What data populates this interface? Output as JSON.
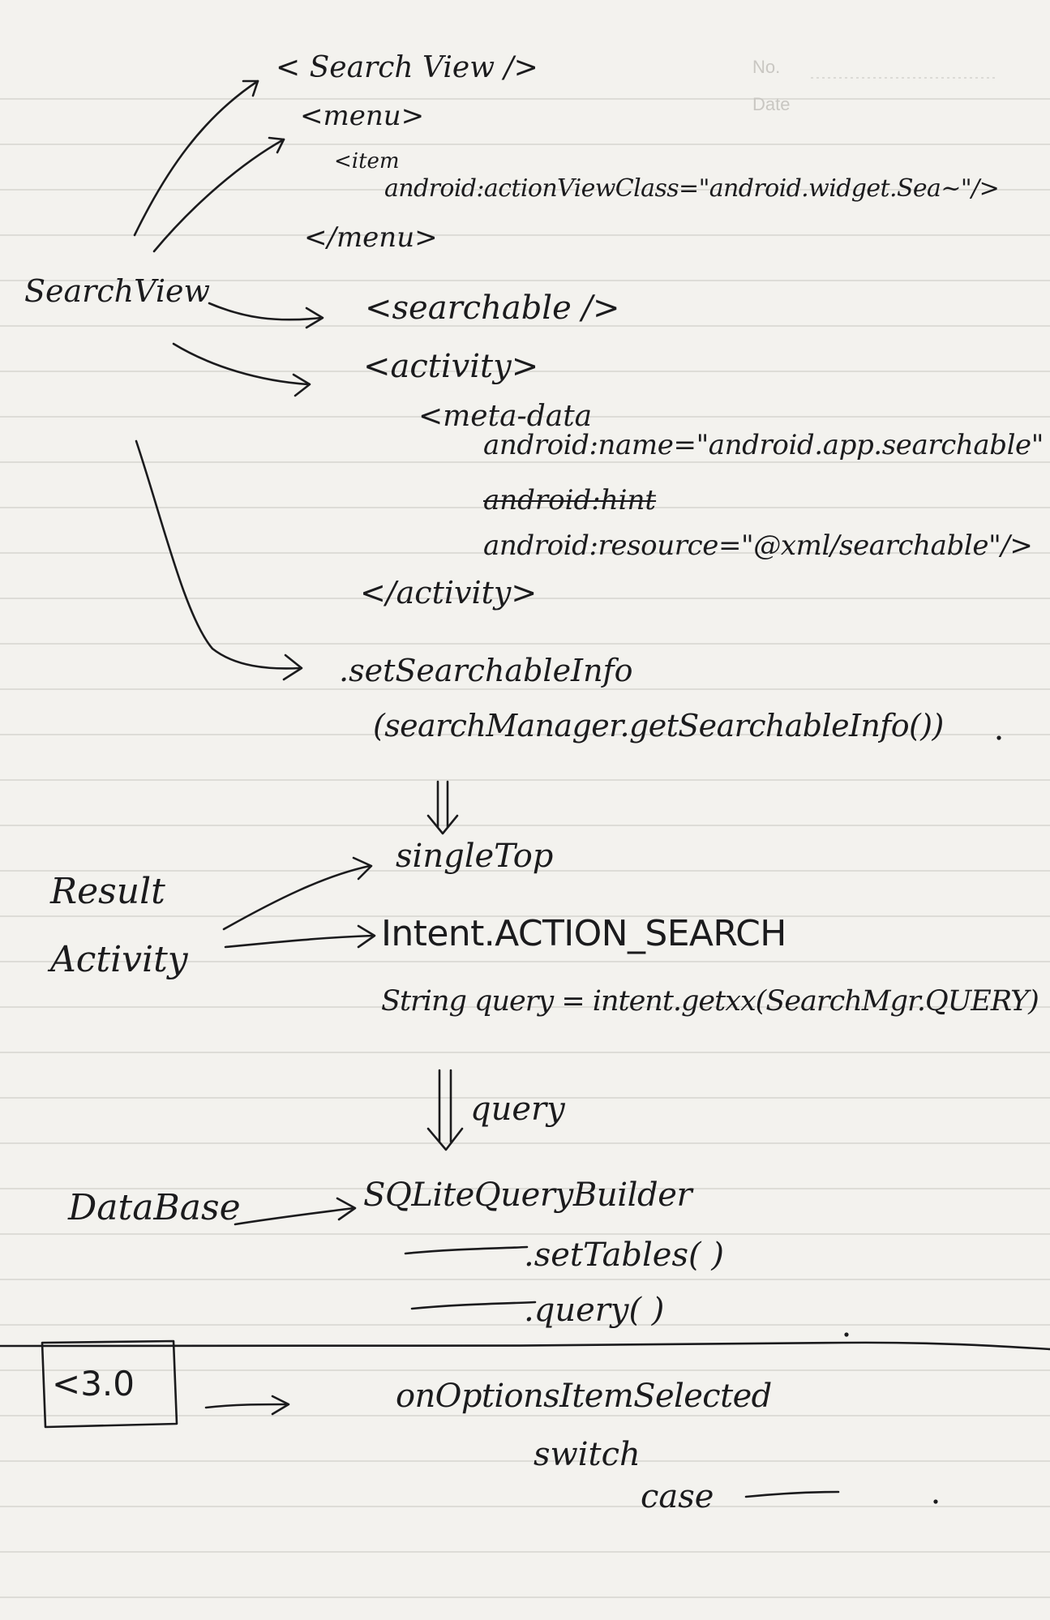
{
  "header": {
    "no_label": "No.",
    "date_label": "Date"
  },
  "notes": {
    "searchview_label": "SearchView",
    "searchview_tag": "< Search View />",
    "menu_open": "<menu>",
    "item_open": "<item",
    "action_view_class": "android:actionViewClass=\"android.widget.Sea~\"/>",
    "menu_close": "</menu>",
    "searchable_tag": "<searchable />",
    "activity_open": "<activity>",
    "meta_data_open": "<meta-data",
    "meta_name": "android:name=\"android.app.searchable\"",
    "meta_hint_struck": "android:hint",
    "meta_resource": "android:resource=\"@xml/searchable\"/>",
    "activity_close": "</activity>",
    "set_searchable_info": ".setSearchableInfo",
    "set_searchable_info_args": "(searchManager.getSearchableInfo())",
    "single_top": "singleTop",
    "result_activity_line1": "Result",
    "result_activity_line2": "Activity",
    "intent_action_search": "Intent.ACTION_SEARCH",
    "string_query": "String query = intent.getxx(SearchMgr.QUERY)",
    "query_label": "query",
    "database_label": "DataBase",
    "sqlite_query_builder": "SQLiteQueryBuilder",
    "set_tables": ".setTables(  )",
    "query_call": ".query(      )",
    "version_box": "<3.0",
    "on_options_item_selected": "onOptionsItemSelected",
    "switch_kw": "switch",
    "case_kw": "case"
  }
}
